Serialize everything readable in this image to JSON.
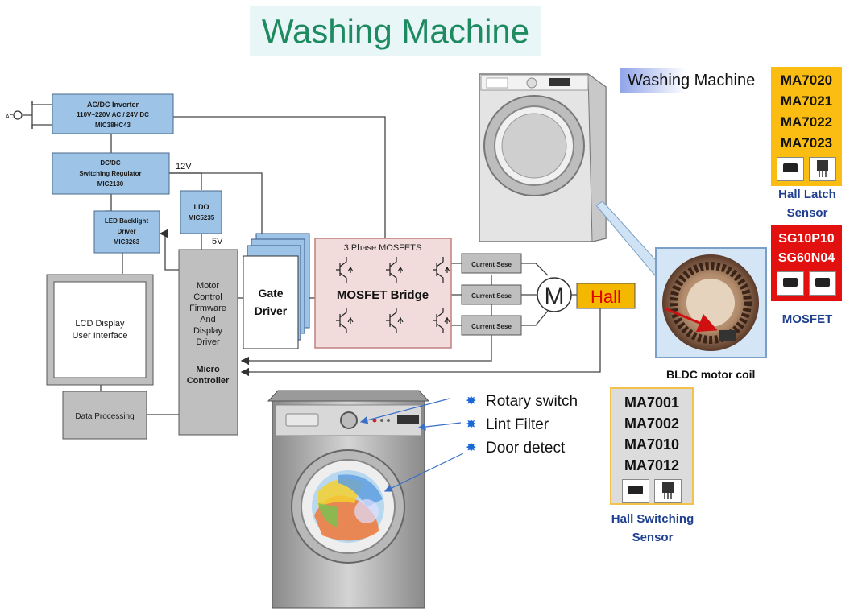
{
  "title": "Washing Machine",
  "washing_machine_label": "Washing Machine",
  "blocks": {
    "ac_dc": {
      "title": "AC/DC Inverter",
      "line2": "110V~220V AC / 24V DC",
      "part": "MIC38HC43"
    },
    "ac_symbol": "AC",
    "dc_dc": {
      "title": "DC/DC",
      "line2": "Switching Regulator",
      "part": "MIC2130"
    },
    "v12": "12V",
    "ldo": {
      "title": "LDO",
      "part": "MIC5235"
    },
    "v5": "5V",
    "led": {
      "line1": "LED Backlight",
      "line2": "Driver",
      "part": "MIC3263"
    },
    "lcd": {
      "line1": "LCD Display",
      "line2": "User Interface"
    },
    "data_processing": "Data Processing",
    "mcu": {
      "lines": [
        "Motor",
        "Control",
        "Firmware",
        "And",
        "Display",
        "Driver"
      ],
      "bold1": "Micro",
      "bold2": "Controller"
    },
    "gate_driver": {
      "line1": "Gate",
      "line2": "Driver"
    },
    "mosfet_bridge": {
      "header": "3 Phase MOSFETS",
      "label": "MOSFET  Bridge"
    },
    "current_sense": [
      "Current Sese",
      "Current Sese",
      "Current Sese"
    ],
    "motor": "M",
    "hall": "Hall"
  },
  "hall_latch": {
    "parts": [
      "MA7020",
      "MA7021",
      "MA7022",
      "MA7023"
    ],
    "caption_line1": "Hall Latch",
    "caption_line2": "Sensor"
  },
  "mosfet": {
    "parts": [
      "SG10P10",
      "SG60N04"
    ],
    "caption": "MOSFET"
  },
  "bldc_caption": "BLDC motor coil",
  "features": [
    "Rotary switch",
    "Lint Filter",
    "Door detect"
  ],
  "hall_switching": {
    "parts": [
      "MA7001",
      "MA7002",
      "MA7010",
      "MA7012"
    ],
    "caption_line1": "Hall Switching",
    "caption_line2": "Sensor"
  },
  "colors": {
    "block_blue": "#9dc3e6",
    "block_gray": "#bfbfbf",
    "mosfet_pink": "#f2dcdb",
    "hall_orange": "#f5b800",
    "title_green": "#1e8a60"
  }
}
